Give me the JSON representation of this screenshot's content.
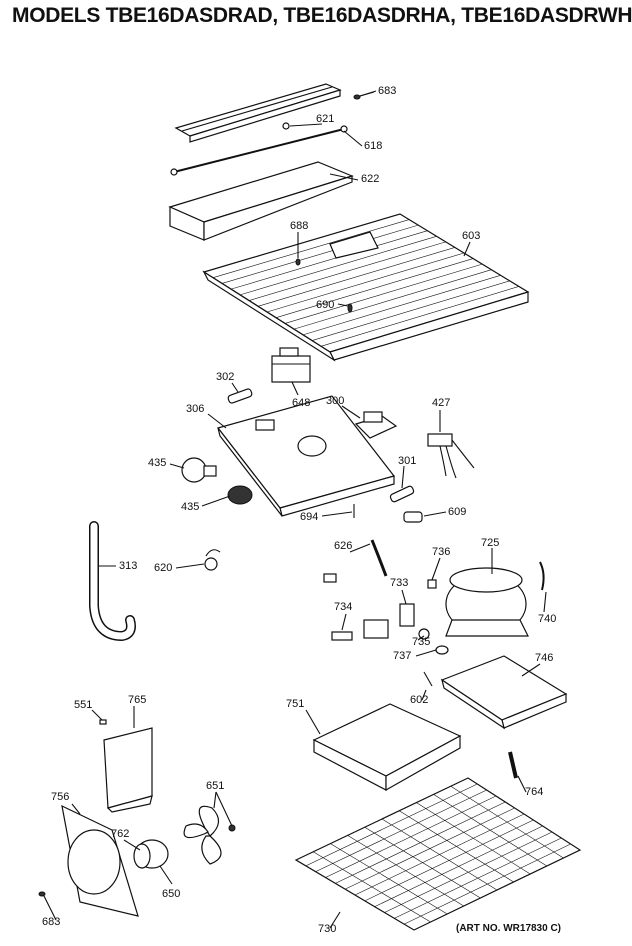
{
  "title": "MODELS TBE16DASDRAD, TBE16DASDRHA, TBE16DASDRWH",
  "art_number": "(ART NO. WR17830 C)",
  "callouts": [
    {
      "id": "c683a",
      "label": "683"
    },
    {
      "id": "c621",
      "label": "621"
    },
    {
      "id": "c618",
      "label": "618"
    },
    {
      "id": "c622",
      "label": "622"
    },
    {
      "id": "c688",
      "label": "688"
    },
    {
      "id": "c603",
      "label": "603"
    },
    {
      "id": "c690",
      "label": "690"
    },
    {
      "id": "c302",
      "label": "302"
    },
    {
      "id": "c648",
      "label": "648"
    },
    {
      "id": "c300",
      "label": "300"
    },
    {
      "id": "c306",
      "label": "306"
    },
    {
      "id": "c427",
      "label": "427"
    },
    {
      "id": "c435a",
      "label": "435"
    },
    {
      "id": "c435b",
      "label": "435"
    },
    {
      "id": "c301",
      "label": "301"
    },
    {
      "id": "c694",
      "label": "694"
    },
    {
      "id": "c609",
      "label": "609"
    },
    {
      "id": "c313",
      "label": "313"
    },
    {
      "id": "c620",
      "label": "620"
    },
    {
      "id": "c626",
      "label": "626"
    },
    {
      "id": "c736",
      "label": "736"
    },
    {
      "id": "c725",
      "label": "725"
    },
    {
      "id": "c733",
      "label": "733"
    },
    {
      "id": "c740",
      "label": "740"
    },
    {
      "id": "c734",
      "label": "734"
    },
    {
      "id": "c735",
      "label": "735"
    },
    {
      "id": "c737",
      "label": "737"
    },
    {
      "id": "c746",
      "label": "746"
    },
    {
      "id": "c602",
      "label": "602"
    },
    {
      "id": "c551",
      "label": "551"
    },
    {
      "id": "c765",
      "label": "765"
    },
    {
      "id": "c751",
      "label": "751"
    },
    {
      "id": "c764",
      "label": "764"
    },
    {
      "id": "c651",
      "label": "651"
    },
    {
      "id": "c756",
      "label": "756"
    },
    {
      "id": "c762",
      "label": "762"
    },
    {
      "id": "c650",
      "label": "650"
    },
    {
      "id": "c683b",
      "label": "683"
    },
    {
      "id": "c730",
      "label": "730"
    }
  ]
}
